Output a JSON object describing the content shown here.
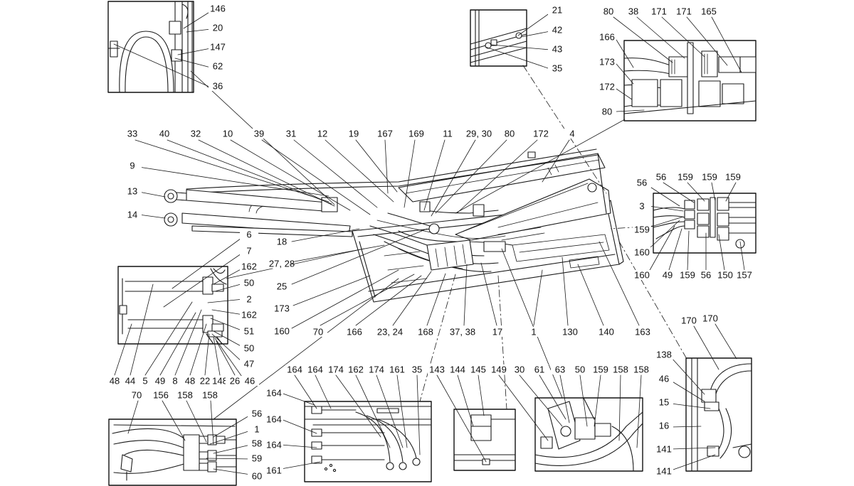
{
  "colors": {
    "ink": "#1a1a1a",
    "paper": "#ffffff"
  },
  "diagram": {
    "inset_top_left_labels": [
      "146",
      "20",
      "147",
      "62",
      "36"
    ],
    "inset_top_center_labels": [
      "21",
      "42",
      "43",
      "35"
    ],
    "inset_top_right_labels": [
      "80",
      "38",
      "171",
      "171",
      "165",
      "166",
      "173",
      "172",
      "80"
    ],
    "main_top_row_labels": [
      "33",
      "40",
      "32",
      "10",
      "39",
      "31",
      "12",
      "19",
      "167",
      "169",
      "11",
      "29, 30",
      "80",
      "172",
      "4"
    ],
    "main_left_labels": [
      "9",
      "13",
      "14",
      "18",
      "27, 28",
      "25",
      "173",
      "160"
    ],
    "main_bottom_row_labels": [
      "70",
      "166",
      "23, 24",
      "168",
      "37, 38",
      "17",
      "1",
      "130",
      "140",
      "163"
    ],
    "inset_left_middle_side_labels": [
      "6",
      "7",
      "162",
      "50",
      "2",
      "162",
      "51",
      "50",
      "47",
      "46"
    ],
    "inset_left_middle_bottom_labels": [
      "48",
      "44",
      "5",
      "49",
      "8",
      "48",
      "22",
      "148",
      "26"
    ],
    "inset_right_middle_labels": [
      "56",
      "56",
      "159",
      "159",
      "159",
      "3",
      "159",
      "160",
      "160",
      "49",
      "159",
      "56",
      "150",
      "157"
    ],
    "inset_bottom_left_labels": [
      "70",
      "156",
      "158",
      "158",
      "56",
      "1",
      "58",
      "59",
      "60"
    ],
    "inset_bottom_middle_labels": [
      "164",
      "164",
      "174",
      "162",
      "174",
      "161",
      "35",
      "164",
      "164",
      "164",
      "161"
    ],
    "inset_bottom_small_labels": [
      "143",
      "144",
      "145"
    ],
    "inset_bottom_right_labels": [
      "149",
      "30",
      "61",
      "63",
      "50",
      "159",
      "158",
      "158"
    ],
    "inset_far_right_labels": [
      "170",
      "170",
      "138",
      "46",
      "15",
      "16",
      "141",
      "141"
    ]
  }
}
